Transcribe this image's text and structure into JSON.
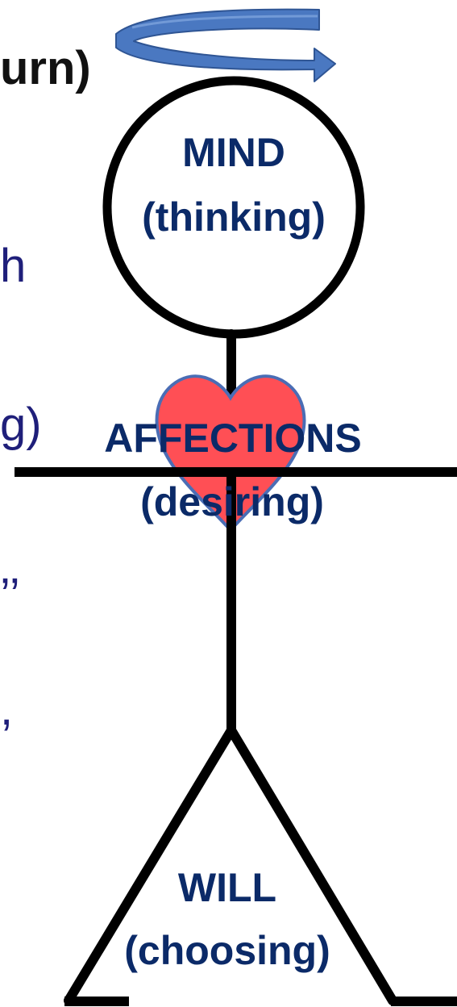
{
  "colors": {
    "figure_stroke": "#000000",
    "label_text": "#0b2a68",
    "left_text_dark": "#111111",
    "left_text_navy": "#1f1f7a",
    "heart_fill": "#ff4f55",
    "heart_stroke": "#4a6db5",
    "arrow_fill": "#4a78c1",
    "arrow_stroke": "#2f5594"
  },
  "left_fragments": {
    "top": "urn)",
    "line1": "h",
    "line2": "g)",
    "line3": "’’",
    "line4": ","
  },
  "labels": {
    "mind": {
      "title": "MIND",
      "subtitle": "(thinking)"
    },
    "affections": {
      "title": "AFFECTIONS",
      "subtitle": "(desiring)"
    },
    "will": {
      "title": "WILL",
      "subtitle": "(choosing)"
    }
  },
  "icons": {
    "rotation": "rotation-arrow-icon",
    "heart": "heart-icon"
  }
}
